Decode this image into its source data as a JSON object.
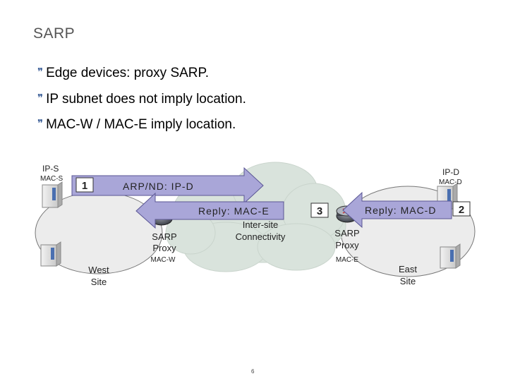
{
  "slide": {
    "title": "SARP",
    "bullets": [
      "Edge devices: proxy SARP.",
      "IP subnet does not imply location.",
      "MAC-W / MAC-E imply location."
    ],
    "page_number": "6"
  },
  "diagram": {
    "west_site": {
      "label_line1": "West",
      "label_line2": "Site"
    },
    "east_site": {
      "label_line1": "East",
      "label_line2": "Site"
    },
    "cloud": {
      "label_line1": "Inter-site",
      "label_line2": "Connectivity"
    },
    "host_s": {
      "ip": "IP-S",
      "mac": "MAC-S"
    },
    "host_d": {
      "ip": "IP-D",
      "mac": "MAC-D"
    },
    "proxy_w": {
      "line1": "SARP",
      "line2": "Proxy",
      "mac": "MAC-W"
    },
    "proxy_e": {
      "line1": "SARP",
      "line2": "Proxy",
      "mac": "MAC-E"
    },
    "arrow_request": "ARP/ND: IP-D",
    "arrow_reply_e": "Reply: MAC-E",
    "arrow_reply_d": "Reply: MAC-D",
    "step_1": "1",
    "step_2": "2",
    "step_3": "3",
    "colors": {
      "arrow_fill": "#a9a6d8",
      "arrow_stroke": "#5a5694",
      "cloud": "#d9e3dc",
      "bullet": "#3b5e97"
    },
    "icons": [
      "server-icon",
      "router-icon",
      "cloud-icon",
      "right-arrow-icon",
      "left-arrow-icon"
    ]
  }
}
